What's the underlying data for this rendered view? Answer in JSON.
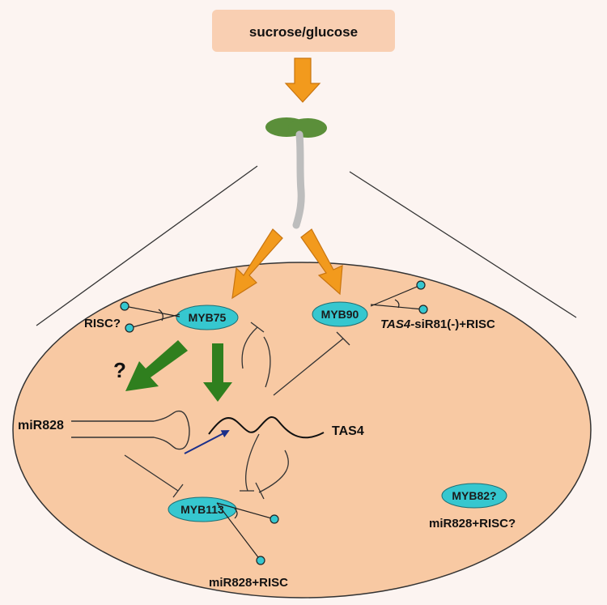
{
  "diagram": {
    "input_box": {
      "text": "sucrose/glucose"
    },
    "nodes": {
      "myb75": "MYB75",
      "myb90": "MYB90",
      "myb113": "MYB113",
      "myb82": "MYB82?"
    },
    "labels": {
      "risc_q": "RISC?",
      "tas4_prefix": "TAS4",
      "tas4_suffix": "-siR81(-)+RISC",
      "question_mark": "?",
      "mir828": "miR828",
      "tas4": "TAS4",
      "mir828_risc": "miR828+RISC",
      "mir828_risc_q": "miR828+RISC?"
    },
    "colors": {
      "background": "#fcf4f1",
      "box_fill": "#f9cfb2",
      "cell_fill": "#f8c9a3",
      "oval_fill": "#36c7cf",
      "orange_arrow": "#f29a1d",
      "green_arrow": "#2f7f1e",
      "blue_arrow": "#1b2f8a",
      "seedling_leaf": "#5b8f3a",
      "stem": "#bdbdbd"
    }
  }
}
